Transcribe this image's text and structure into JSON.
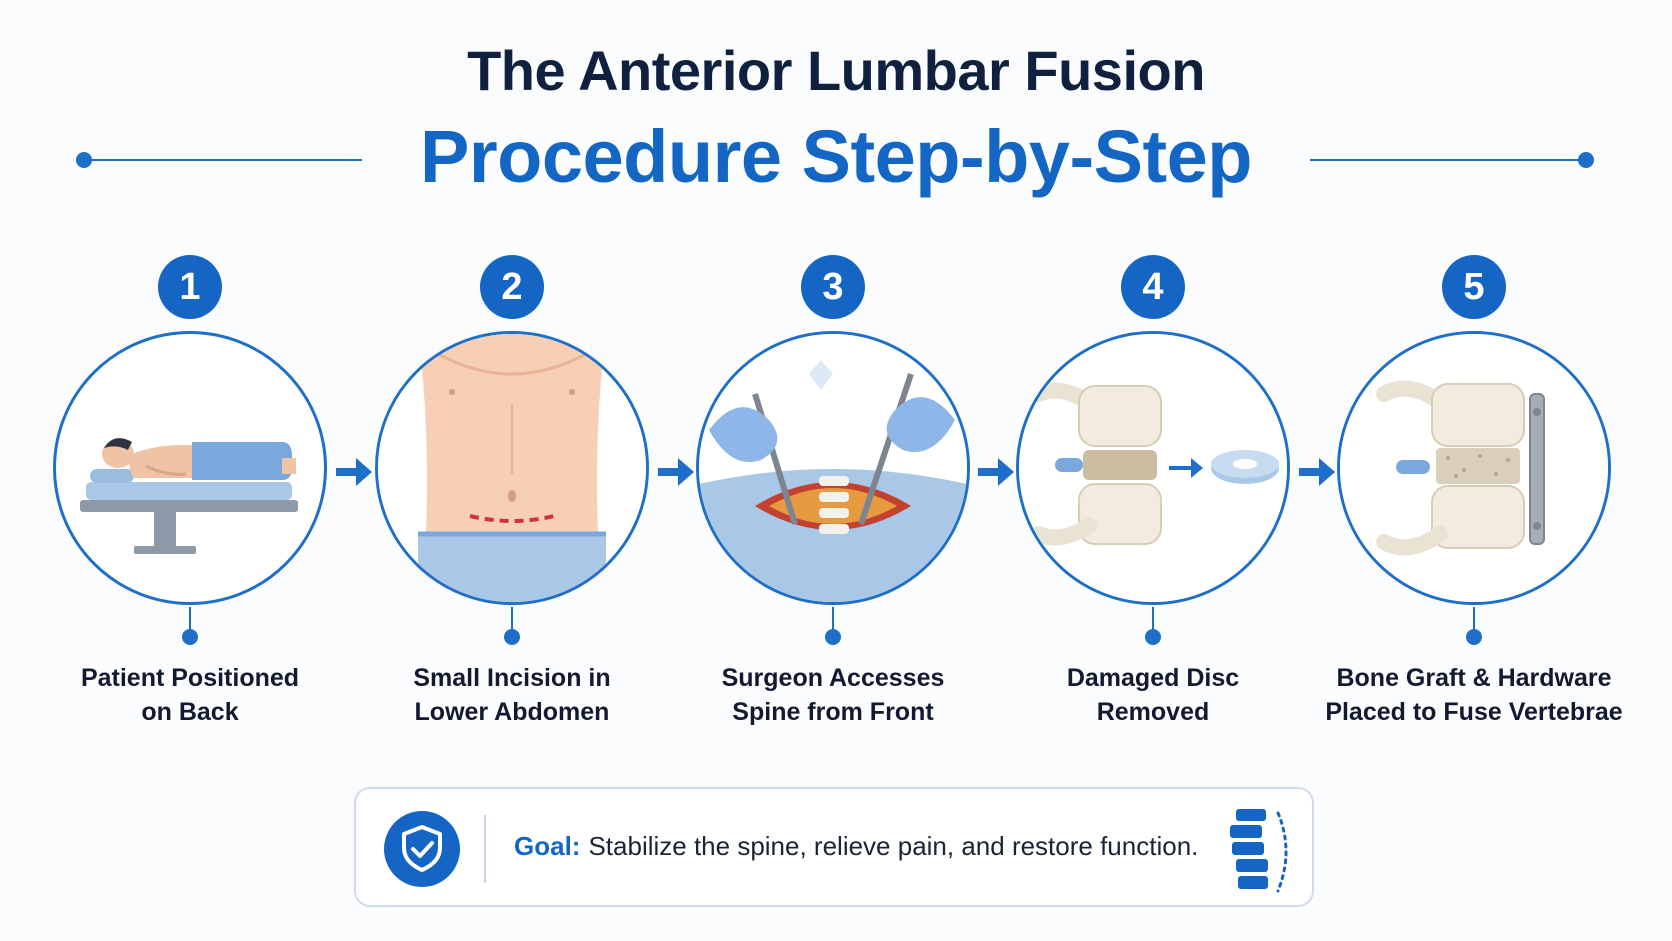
{
  "header": {
    "line1": "The Anterior Lumbar Fusion",
    "line2": "Procedure Step-by-Step"
  },
  "steps": [
    {
      "number": "1",
      "label_line1": "Patient Positioned",
      "label_line2": "on Back",
      "icon": "patient-on-table"
    },
    {
      "number": "2",
      "label_line1": "Small Incision in",
      "label_line2": "Lower Abdomen",
      "icon": "abdomen-incision"
    },
    {
      "number": "3",
      "label_line1": "Surgeon Accesses",
      "label_line2": "Spine from Front",
      "icon": "surgical-access"
    },
    {
      "number": "4",
      "label_line1": "Damaged Disc",
      "label_line2": "Removed",
      "icon": "disc-removal"
    },
    {
      "number": "5",
      "label_line1": "Bone Graft & Hardware",
      "label_line2": "Placed to Fuse Vertebrae",
      "icon": "fused-vertebrae"
    }
  ],
  "goal": {
    "keyword": "Goal:",
    "text": "Stabilize the spine, relieve pain, and restore function.",
    "icon": "shield-check-icon",
    "side_icon": "spine-icon"
  },
  "colors": {
    "accent": "#1565c4",
    "title_dark": "#10203f",
    "outline": "#1f6fc9"
  }
}
